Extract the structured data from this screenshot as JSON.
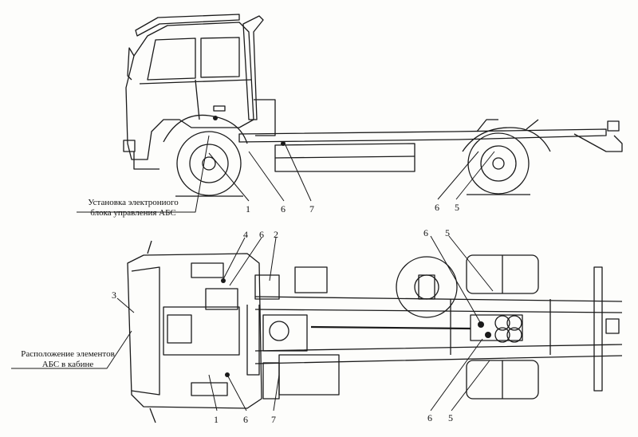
{
  "callouts": {
    "side_ecu_label_line1": "Установка электрониого",
    "side_ecu_label_line2": "блока управления АБС",
    "plan_cabin_label_line1": "Расположение элементов",
    "plan_cabin_label_line2": "АБС в кабине"
  },
  "side_view_numbers": {
    "n1": "1",
    "n6a": "6",
    "n7": "7",
    "n6b": "6",
    "n5": "5"
  },
  "plan_view_numbers": {
    "n4": "4",
    "n6top": "6",
    "n2": "2",
    "n6rear": "6",
    "n5top": "5",
    "n3": "3",
    "n1": "1",
    "n6bot": "6",
    "n7": "7",
    "n6rearbot": "6",
    "n5bot": "5"
  }
}
